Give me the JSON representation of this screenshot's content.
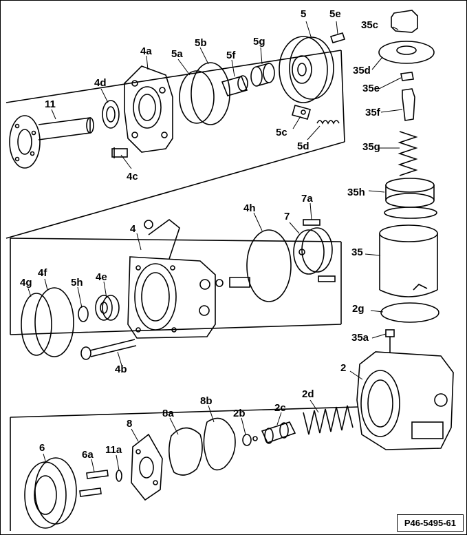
{
  "labels": {
    "l5": "5",
    "l5e": "5e",
    "l35c": "35c",
    "l4a": "4a",
    "l5a": "5a",
    "l5b": "5b",
    "l5f": "5f",
    "l5g": "5g",
    "l35d": "35d",
    "l4d": "4d",
    "l35e": "35e",
    "l11": "11",
    "l35f": "35f",
    "l5c": "5c",
    "l5d": "5d",
    "l35g": "35g",
    "l4c": "4c",
    "l35h": "35h",
    "l4h": "4h",
    "l7a": "7a",
    "l7": "7",
    "l4": "4",
    "l35": "35",
    "l4g": "4g",
    "l4f": "4f",
    "l5h": "5h",
    "l4e": "4e",
    "l2g": "2g",
    "l35a": "35a",
    "l4b": "4b",
    "l2": "2",
    "l8b": "8b",
    "l8a": "8a",
    "l2d": "2d",
    "l8": "8",
    "l2c": "2c",
    "l2b": "2b",
    "l6": "6",
    "l6a": "6a",
    "l11a": "11a"
  },
  "reference": "P46-5495-61"
}
